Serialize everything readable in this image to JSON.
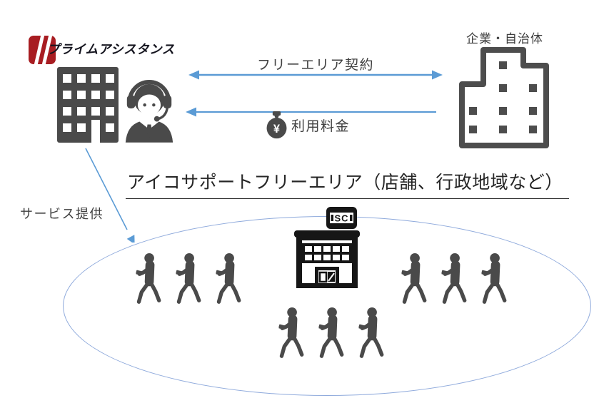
{
  "colors": {
    "accent_blue": "#5b9bd5",
    "ellipse_blue": "#8faadc",
    "icon_gray": "#4a4a4a",
    "icon_black": "#161616",
    "logo_red": "#a81d22"
  },
  "logo": {
    "text": "プライムアシスタンス"
  },
  "client": {
    "label": "企業・自治体"
  },
  "flows": {
    "contract_label": "フリーエリア契約",
    "fee_label": "利用料金",
    "yen_symbol": "¥",
    "service_label": "サービス提供"
  },
  "area": {
    "title": "アイコサポートフリーエリア（店舗、行政地域など）",
    "sc_sign": "SC",
    "people_groups": [
      {
        "position": "left",
        "count": 3
      },
      {
        "position": "right",
        "count": 3
      },
      {
        "position": "bottom-center",
        "count": 3
      }
    ]
  }
}
